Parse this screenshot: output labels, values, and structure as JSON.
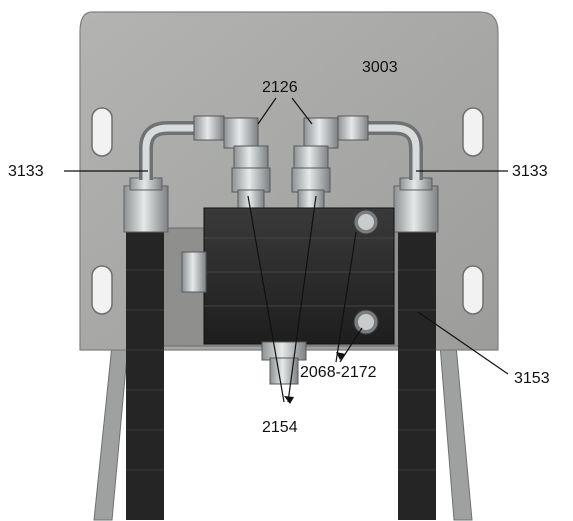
{
  "figure": {
    "callouts": {
      "plate": "3003",
      "elbow_fittings": "2126",
      "pipe_left": "3133",
      "pipe_right": "3133",
      "block": "3153",
      "bolts": "2068-2172",
      "nipples": "2154"
    },
    "colors": {
      "plate": "#a9aaa8",
      "hose": "#262626",
      "metal": "#c9cccd",
      "block": "#2f2f2f",
      "leader": "#111111"
    }
  }
}
